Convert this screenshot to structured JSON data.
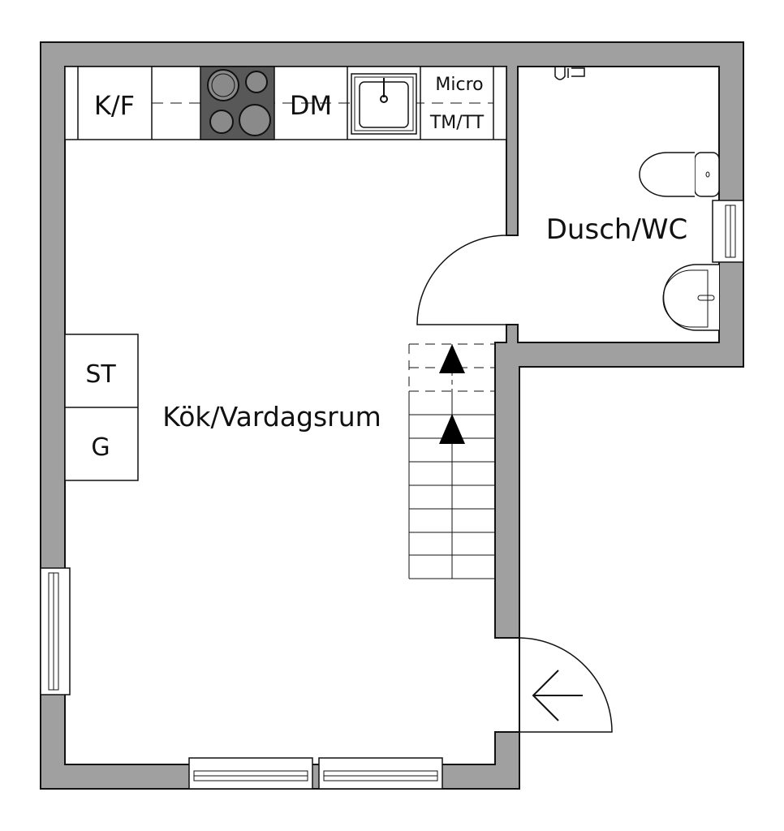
{
  "rooms": {
    "kitchen_living": "Kök/Vardagsrum",
    "bathroom": "Dusch/WC"
  },
  "kitchen_units": {
    "fridge_freezer": "K/F",
    "dishwasher": "DM",
    "microwave": "Micro",
    "washer_dryer": "TM/TT"
  },
  "cabinets": {
    "wardrobe": "ST",
    "garderob": "G"
  },
  "colors": {
    "wall": "#a0a0a0",
    "stove": "#585858",
    "burner": "#8a8a8a",
    "line": "#111111"
  }
}
